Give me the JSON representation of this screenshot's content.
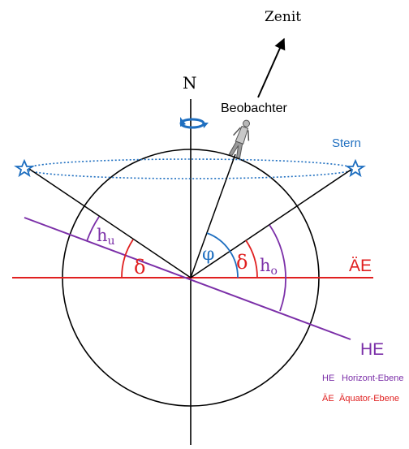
{
  "labels": {
    "zenith": "Zenit",
    "north": "N",
    "observer": "Beobachter",
    "star": "Stern",
    "h_u_base": "h",
    "h_u_sub": "u",
    "h_o_base": "h",
    "h_o_sub": "o",
    "phi": "φ",
    "delta_left": "δ",
    "delta_right": "δ",
    "equator_plane": "ÄE",
    "horizon_plane": "HE"
  },
  "legend": {
    "he_abbr": "HE",
    "he_text": "Horizont-Ebene",
    "ae_abbr": "ÄE",
    "ae_text": "Äquator-Ebene"
  },
  "colors": {
    "black": "#000000",
    "red": "#e02020",
    "purple": "#7b2fa8",
    "blue": "#1f6fc0",
    "figure_gray": "#8a8a8a"
  },
  "icons": {
    "rotation": "rotation-arrow-icon",
    "star": "star-outline-icon",
    "observer": "stick-figure-icon"
  }
}
